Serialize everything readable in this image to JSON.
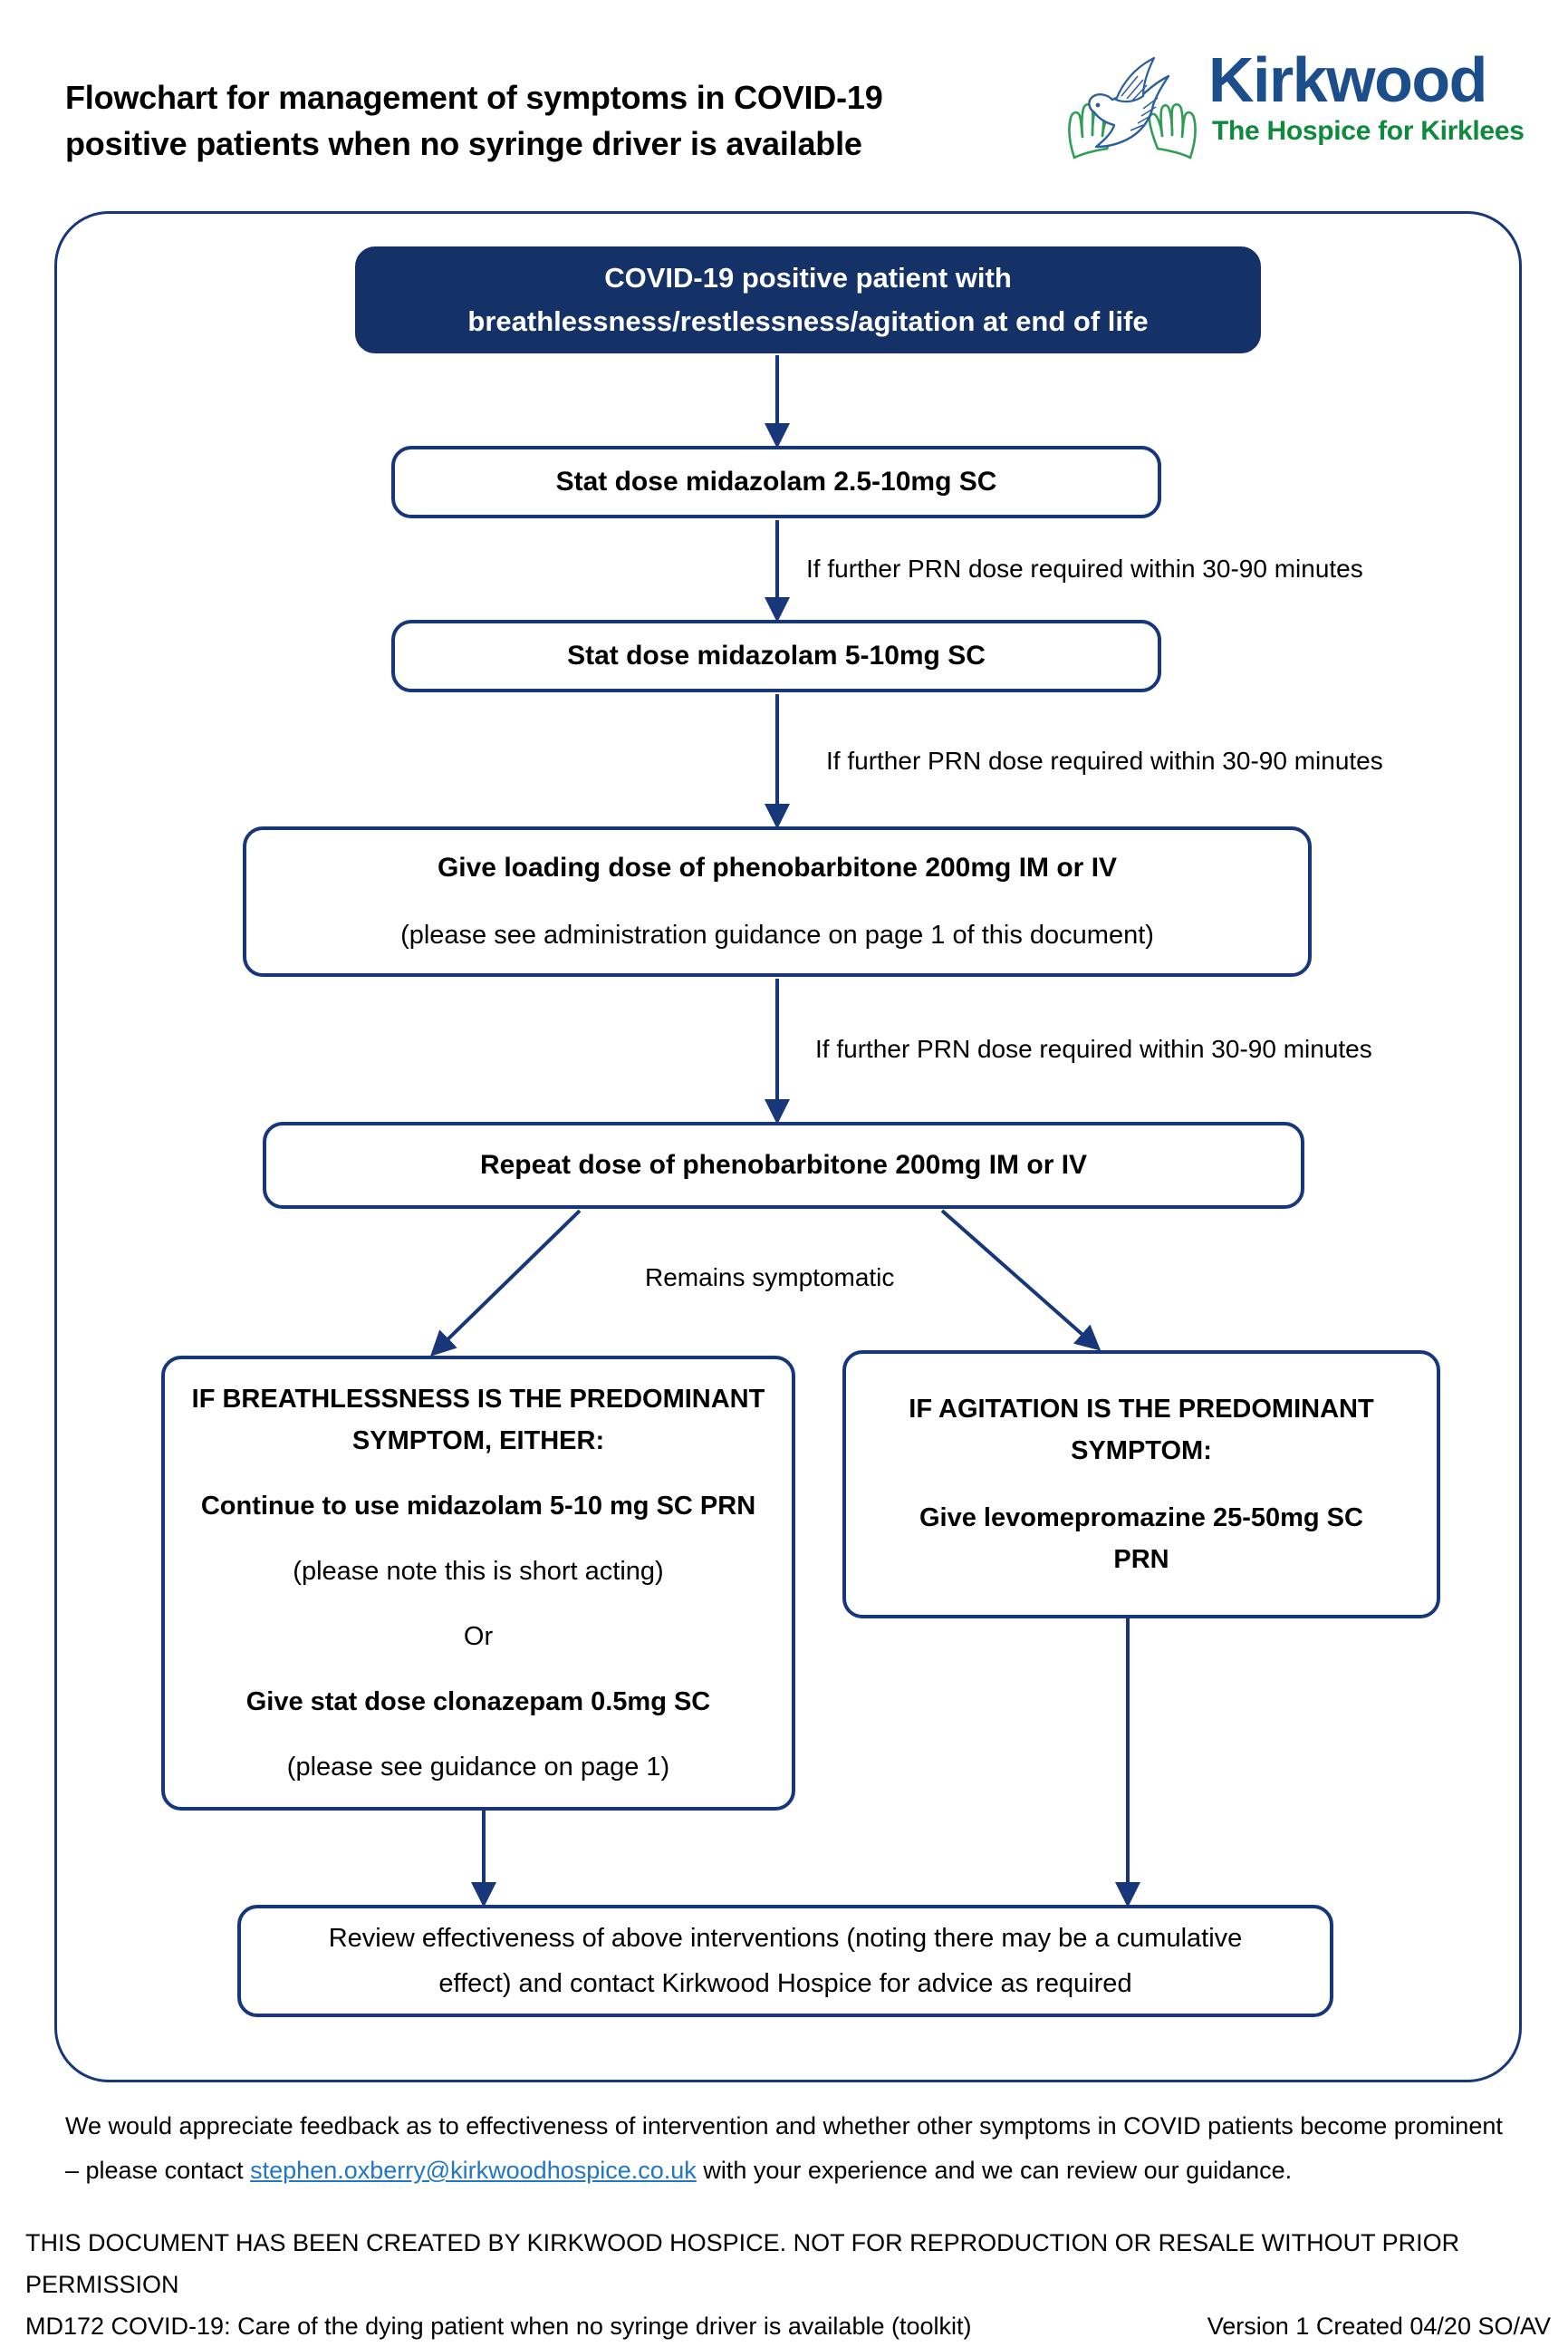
{
  "header": {
    "title_line1": "Flowchart for management of symptoms in COVID-19",
    "title_line2": "positive patients when no syringe driver is available",
    "logo": {
      "wordmark": "Kirkwood",
      "tagline": "The Hospice for Kirklees",
      "mark_name": "dove-and-hands-logo",
      "wordmark_color": "#1c4e8c",
      "tagline_color": "#0f8a3c"
    }
  },
  "flowchart": {
    "accent_color": "#17377a",
    "filled_node_color": "#143168",
    "nodes": {
      "start": {
        "line1": "COVID-19 positive patient with",
        "line2": "breathlessness/restlessness/agitation at end of life"
      },
      "stat_dose_1": {
        "line1": "Stat dose midazolam 2.5-10mg SC"
      },
      "stat_dose_2": {
        "line1": "Stat dose midazolam 5-10mg SC"
      },
      "loading_dose": {
        "line1": "Give loading dose of phenobarbitone 200mg IM or IV",
        "line2": "(please see administration guidance on page 1 of this document)"
      },
      "repeat_dose": {
        "line1": "Repeat dose of phenobarbitone 200mg IM or IV"
      },
      "breathlessness": {
        "line1": "IF BREATHLESSNESS IS THE PREDOMINANT",
        "line2": "SYMPTOM, EITHER:",
        "line3": "Continue to use midazolam 5-10 mg SC PRN",
        "line4": "(please note this is short acting)",
        "line5": "Or",
        "line6": "Give stat dose clonazepam 0.5mg SC",
        "line7": "(please see guidance on page 1)"
      },
      "agitation": {
        "line1": "IF AGITATION IS THE PREDOMINANT",
        "line2": "SYMPTOM:",
        "line3": "Give levomepromazine 25-50mg SC",
        "line4": "PRN"
      },
      "review": {
        "line1": "Review effectiveness of above interventions (noting there may be a cumulative",
        "line2": "effect) and contact Kirkwood Hospice for advice as required"
      }
    },
    "edge_labels": {
      "prn_1": "If further PRN dose required within 30-90 minutes",
      "prn_2": "If further PRN dose required within 30-90 minutes",
      "prn_3": "If further PRN dose required within 30-90 minutes",
      "remains_symptomatic": "Remains symptomatic"
    }
  },
  "footer": {
    "feedback_part1": "We would appreciate feedback as to effectiveness of intervention and whether other symptoms in COVID patients become prominent – please contact ",
    "feedback_email": "stephen.oxberry@kirkwoodhospice.co.uk",
    "feedback_part2": " with your experience and we can review our guidance.",
    "legal_line1": "THIS DOCUMENT HAS BEEN CREATED BY KIRKWOOD HOSPICE. NOT FOR REPRODUCTION OR RESALE WITHOUT PRIOR PERMISSION",
    "legal_line2": "MD172 COVID-19: Care of the dying patient when no syringe driver is available (toolkit)",
    "legal_version": "Version 1 Created 04/20 SO/AV"
  }
}
